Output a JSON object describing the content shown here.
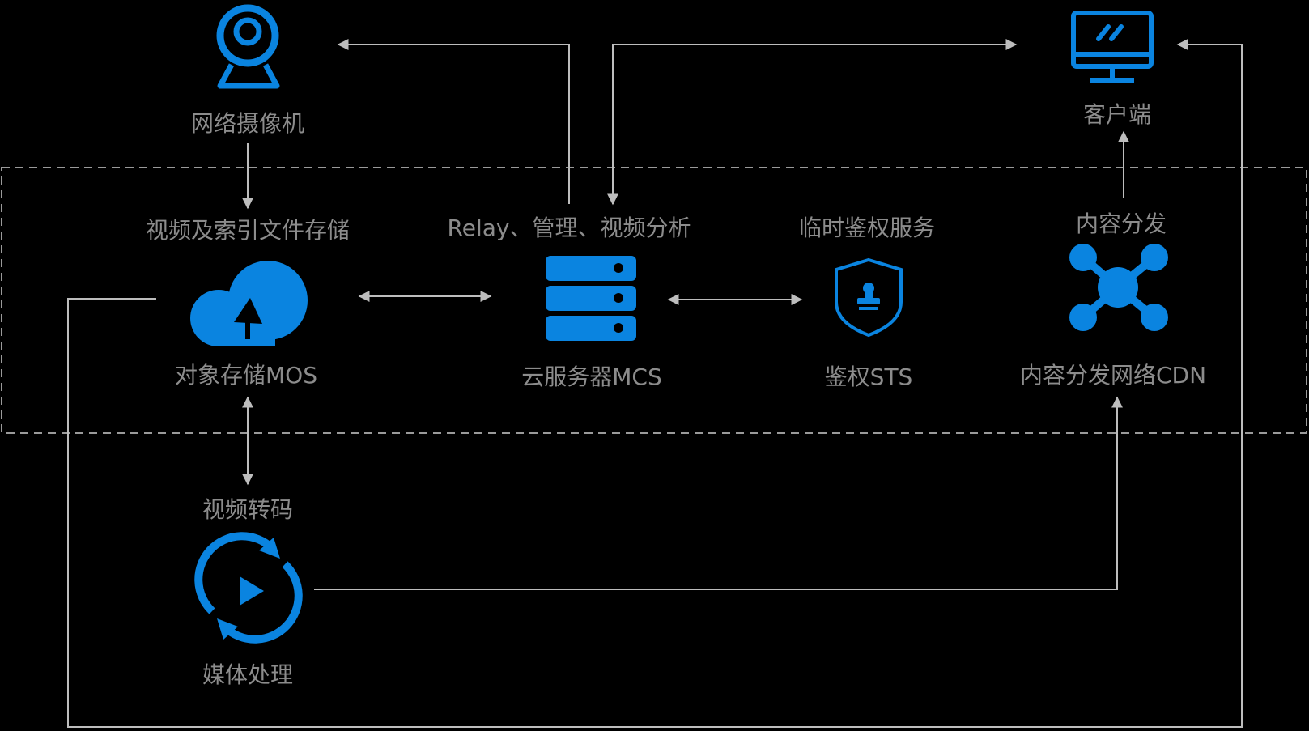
{
  "colors": {
    "background": "#000000",
    "icon_blue": "#0a84e0",
    "line": "#bdbdbd",
    "label": "#8c8c8c",
    "dashed_frame": "#9a9a9a"
  },
  "nodes": {
    "camera": {
      "label": "网络摄像机",
      "icon": "webcam-icon"
    },
    "client": {
      "label": "客户端",
      "icon": "monitor-icon"
    },
    "mos": {
      "caption": "视频及索引文件存储",
      "label": "对象存储MOS",
      "icon": "cloud-upload-icon"
    },
    "mcs": {
      "caption": "Relay、管理、视频分析",
      "label": "云服务器MCS",
      "icon": "server-icon"
    },
    "sts": {
      "caption": "临时鉴权服务",
      "label": "鉴权STS",
      "icon": "shield-icon"
    },
    "cdn": {
      "caption": "内容分发",
      "label": "内容分发网络CDN",
      "icon": "network-hub-icon"
    },
    "transcode": {
      "caption": "视频转码",
      "label": "媒体处理",
      "icon": "play-refresh-icon"
    }
  }
}
